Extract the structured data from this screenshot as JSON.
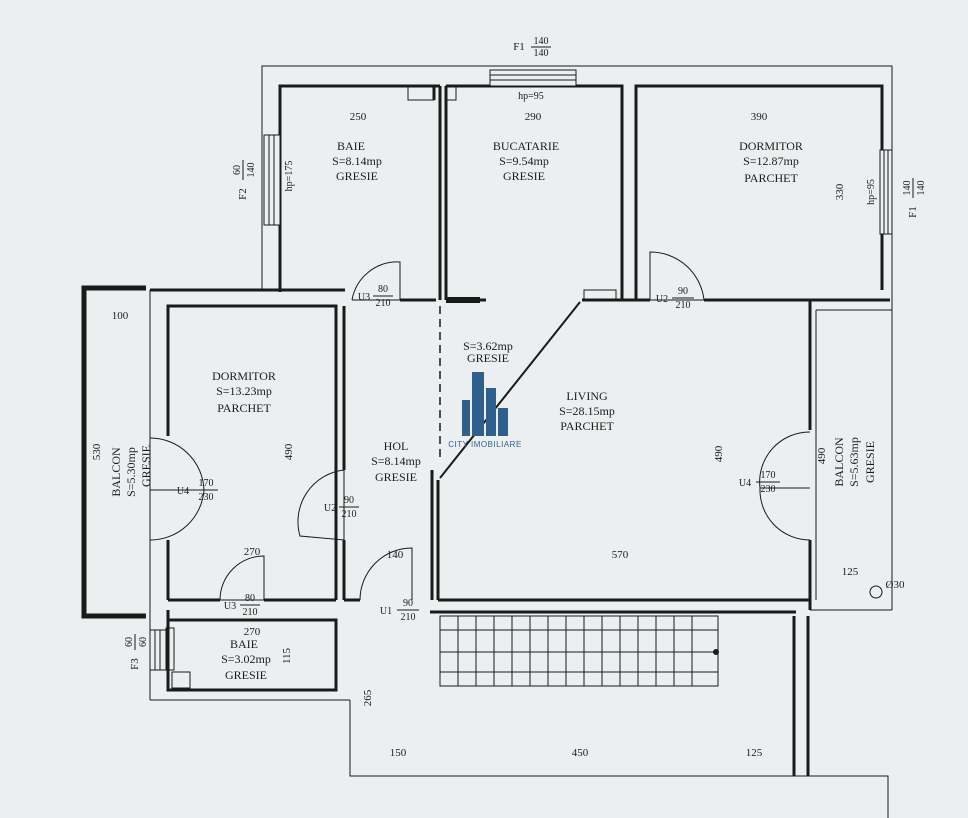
{
  "rooms": {
    "baie_top": {
      "name": "BAIE",
      "area": "S=8.14mp",
      "floor": "GRESIE",
      "width": "250",
      "hp": "hp=175"
    },
    "bucatarie": {
      "name": "BUCATARIE",
      "area": "S=9.54mp",
      "floor": "GRESIE",
      "width": "290",
      "hp": "hp=95"
    },
    "dormitor_top": {
      "name": "DORMITOR",
      "area": "S=12.87mp",
      "floor": "PARCHET",
      "width": "390",
      "height": "330",
      "hp": "hp=95"
    },
    "dormitor_left": {
      "name": "DORMITOR",
      "area": "S=13.23mp",
      "floor": "PARCHET",
      "height": "490",
      "width": "270"
    },
    "hol": {
      "name": "HOL",
      "area": "S=8.14mp",
      "floor": "GRESIE",
      "width": "140"
    },
    "hall_small": {
      "area": "S=3.62mp",
      "floor": "GRESIE"
    },
    "living": {
      "name": "LIVING",
      "area": "S=28.15mp",
      "floor": "PARCHET",
      "height": "490",
      "width": "570"
    },
    "balcon_left": {
      "name": "BALCON",
      "area": "S=5.30mp",
      "floor": "GRESIE",
      "height": "530",
      "width": "100"
    },
    "balcon_right": {
      "name": "BALCON",
      "area": "S=5.63mp",
      "floor": "GRESIE",
      "height": "490",
      "width": "125",
      "pipe": "Ø30"
    },
    "baie_bottom": {
      "name": "BAIE",
      "area": "S=3.02mp",
      "floor": "GRESIE",
      "width": "270",
      "height": "115"
    }
  },
  "windows": {
    "f1_top": {
      "label": "F1",
      "num": "140",
      "den": "140"
    },
    "f1_right": {
      "label": "F1",
      "num": "140",
      "den": "140"
    },
    "f2": {
      "label": "F2",
      "num": "60",
      "den": "140"
    },
    "f3": {
      "label": "F3",
      "num": "60",
      "den": "60"
    }
  },
  "doors": {
    "u3_top": {
      "label": "U3",
      "num": "80",
      "den": "210"
    },
    "u2_right": {
      "label": "U2",
      "num": "90",
      "den": "210"
    },
    "u2_hol": {
      "label": "U2",
      "num": "90",
      "den": "210"
    },
    "u4_left": {
      "label": "U4",
      "num": "170",
      "den": "230"
    },
    "u4_right": {
      "label": "U4",
      "num": "170",
      "den": "230"
    },
    "u3_bottom": {
      "label": "U3",
      "num": "80",
      "den": "210"
    },
    "u1": {
      "label": "U1",
      "num": "90",
      "den": "210"
    }
  },
  "bottom_dims": {
    "d265": "265",
    "d150": "150",
    "d450": "450",
    "d125": "125"
  },
  "watermark": {
    "text": "CITY IMOBILIARE",
    "color": "#2f5f8c"
  }
}
